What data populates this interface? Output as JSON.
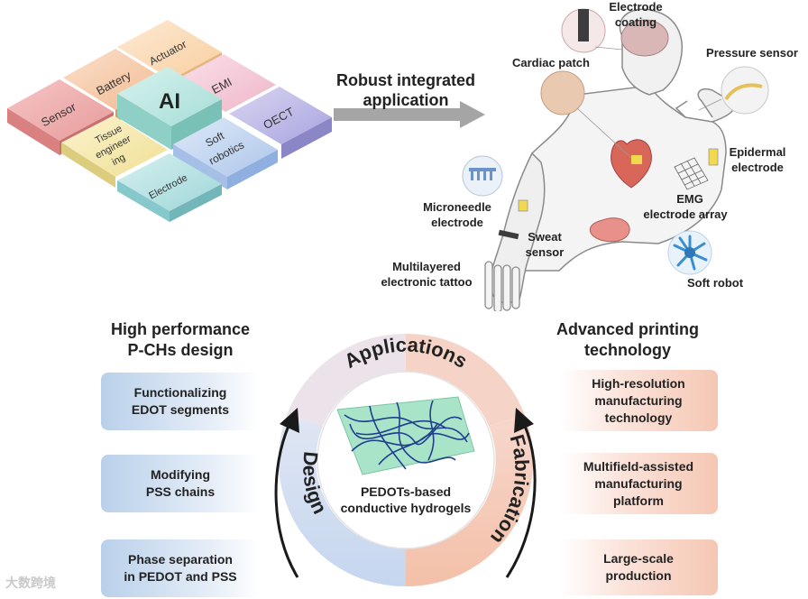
{
  "tiles": {
    "sensor": "Sensor",
    "battery": "Battery",
    "actuator": "Actuator",
    "ai": "AI",
    "emi": "EMI",
    "tissue": [
      "Tissue",
      "engineer",
      "ing"
    ],
    "soft_robotics": [
      "Soft",
      "robotics"
    ],
    "oect": "OECT",
    "electrode": "Electrode"
  },
  "arrow_label": [
    "Robust integrated",
    "application"
  ],
  "body_labels": {
    "electrode_coating": [
      "Electrode",
      "coating"
    ],
    "cardiac_patch": "Cardiac patch",
    "pressure_sensor": "Pressure sensor",
    "epidermal_electrode": [
      "Epidermal",
      "electrode"
    ],
    "microneedle": [
      "Microneedle",
      "electrode"
    ],
    "emg": [
      "EMG",
      "electrode array"
    ],
    "sweat": [
      "Sweat",
      "sensor"
    ],
    "tattoo": [
      "Multilayered",
      "electronic tattoo"
    ],
    "soft_robot": "Soft robot"
  },
  "left_heading": [
    "High performance",
    "P-CHs design"
  ],
  "right_heading": [
    "Advanced printing",
    "technology"
  ],
  "design_cards": [
    [
      "Functionalizing",
      "EDOT segments"
    ],
    [
      "Modifying",
      "PSS chains"
    ],
    [
      "Phase separation",
      "in PEDOT and PSS"
    ]
  ],
  "fab_cards": [
    [
      "High-resolution",
      "manufacturing",
      "technology"
    ],
    [
      "Multifield-assisted",
      "manufacturing",
      "platform"
    ],
    [
      "Large-scale",
      "production"
    ]
  ],
  "ring": {
    "applications": "Applications",
    "design": "Design",
    "fabrication": "Fabrication"
  },
  "center_label": [
    "PEDOTs-based",
    "conductive hydrogels"
  ],
  "watermark": "大数跨境"
}
